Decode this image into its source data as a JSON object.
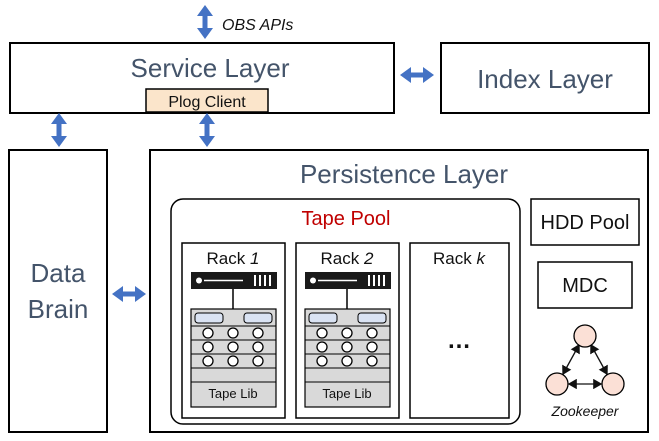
{
  "top_api": {
    "label": "OBS APIs"
  },
  "service_layer": {
    "title": "Service Layer",
    "plog_client": "Plog Client"
  },
  "index_layer": {
    "title": "Index Layer"
  },
  "data_brain": {
    "line1": "Data",
    "line2": "Brain"
  },
  "persistence_layer": {
    "title": "Persistence Layer",
    "tape_pool": {
      "title": "Tape Pool",
      "racks": [
        {
          "prefix": "Rack ",
          "number": "1",
          "lib_label": "Tape Lib"
        },
        {
          "prefix": "Rack ",
          "number": "2",
          "lib_label": "Tape Lib"
        }
      ],
      "rack_k": {
        "prefix": "Rack ",
        "number": "k",
        "ellipsis": "…"
      }
    },
    "hdd_pool": {
      "title": "HDD Pool"
    },
    "mdc": {
      "title": "MDC"
    },
    "zookeeper": {
      "label": "Zookeeper"
    }
  },
  "colors": {
    "arrow": "#4472c4",
    "layer_text": "#44546a",
    "tape_pool_title": "#c00000",
    "plog_fill": "#fbe5cb",
    "zk_node_fill": "#fbe0d6",
    "tape_lib_fill": "#d9d9d9",
    "slot_fill": "#dae3f3"
  }
}
